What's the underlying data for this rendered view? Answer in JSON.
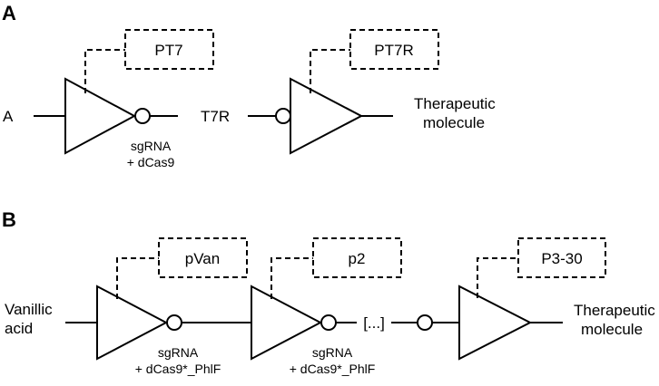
{
  "panel_a": {
    "letter": "A",
    "input": "A",
    "gate1": {
      "promoter": "PT7",
      "caption_1": "sgRNA",
      "caption_2": "+ dCas9"
    },
    "intermediate": "T7R",
    "gate2": {
      "promoter": "PT7R"
    },
    "output_1": "Therapeutic",
    "output_2": "molecule"
  },
  "panel_b": {
    "letter": "B",
    "input_1": "Vanillic",
    "input_2": "acid",
    "gate1": {
      "promoter": "pVan",
      "caption_1": "sgRNA",
      "caption_2": "+ dCas9*_PhlF"
    },
    "gate2": {
      "promoter": "p2",
      "caption_1": "sgRNA",
      "caption_2": "+ dCas9*_PhlF"
    },
    "ellipsis": "[...]",
    "gate3": {
      "promoter": "P3-30"
    },
    "output_1": "Therapeutic",
    "output_2": "molecule"
  }
}
